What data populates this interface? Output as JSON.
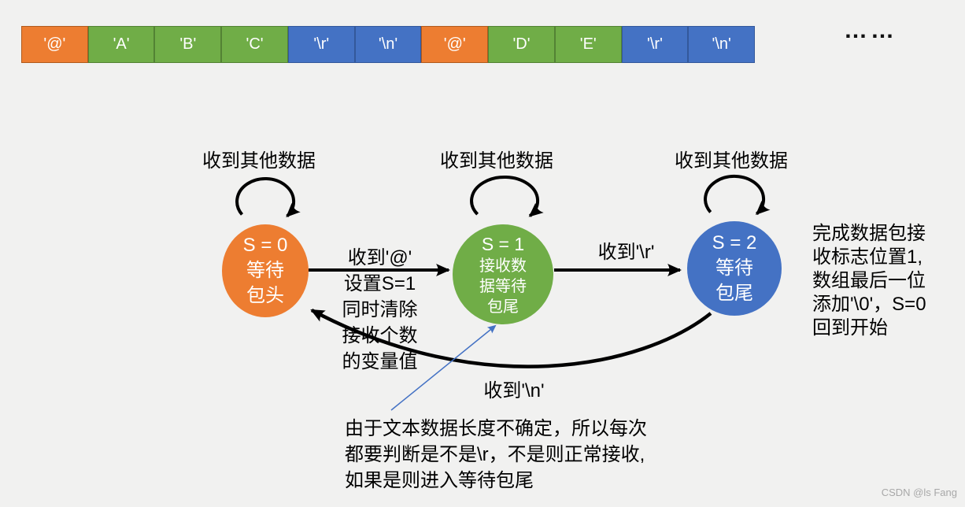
{
  "background": "#f1f1f0",
  "colors": {
    "orange": "#ED7D31",
    "green": "#70AD47",
    "blue": "#4472C4",
    "pointer_blue": "#4472C4",
    "arrow_black": "#000000"
  },
  "buffer_strip": {
    "cells": [
      {
        "label": "'@'",
        "color": "orange"
      },
      {
        "label": "'A'",
        "color": "green"
      },
      {
        "label": "'B'",
        "color": "green"
      },
      {
        "label": "'C'",
        "color": "green"
      },
      {
        "label": "'\\r'",
        "color": "blue"
      },
      {
        "label": "'\\n'",
        "color": "blue"
      },
      {
        "label": "'@'",
        "color": "orange"
      },
      {
        "label": "'D'",
        "color": "green"
      },
      {
        "label": "'E'",
        "color": "green"
      },
      {
        "label": "'\\r'",
        "color": "blue"
      },
      {
        "label": "'\\n'",
        "color": "blue"
      }
    ],
    "ellipsis": "……"
  },
  "states": [
    {
      "id": "S0",
      "color": "orange",
      "self_loop_label": "收到其他数据",
      "lines": [
        "S = 0",
        "等待",
        "包头"
      ]
    },
    {
      "id": "S1",
      "color": "green",
      "self_loop_label": "收到其他数据",
      "lines": [
        "S = 1",
        "接收数",
        "据等待",
        "包尾"
      ]
    },
    {
      "id": "S2",
      "color": "blue",
      "self_loop_label": "收到其他数据",
      "lines": [
        "S = 2",
        "等待",
        "包尾"
      ]
    }
  ],
  "transitions": {
    "s0_s1": {
      "lines": [
        "收到'@'",
        "设置S=1",
        "同时清除",
        "接收个数",
        "的变量值"
      ]
    },
    "s1_s2": {
      "label": "收到'\\r'"
    },
    "s2_s0": {
      "label": "收到'\\n'"
    }
  },
  "notes": {
    "completion": {
      "lines": [
        "完成数据包接",
        "收标志位置1,",
        "数组最后一位",
        "添加'\\0'，S=0",
        "回到开始"
      ]
    },
    "explanation": {
      "lines": [
        "由于文本数据长度不确定，所以每次",
        "都要判断是不是\\r，不是则正常接收,",
        "如果是则进入等待包尾"
      ]
    }
  },
  "watermark": "CSDN @ls Fang"
}
